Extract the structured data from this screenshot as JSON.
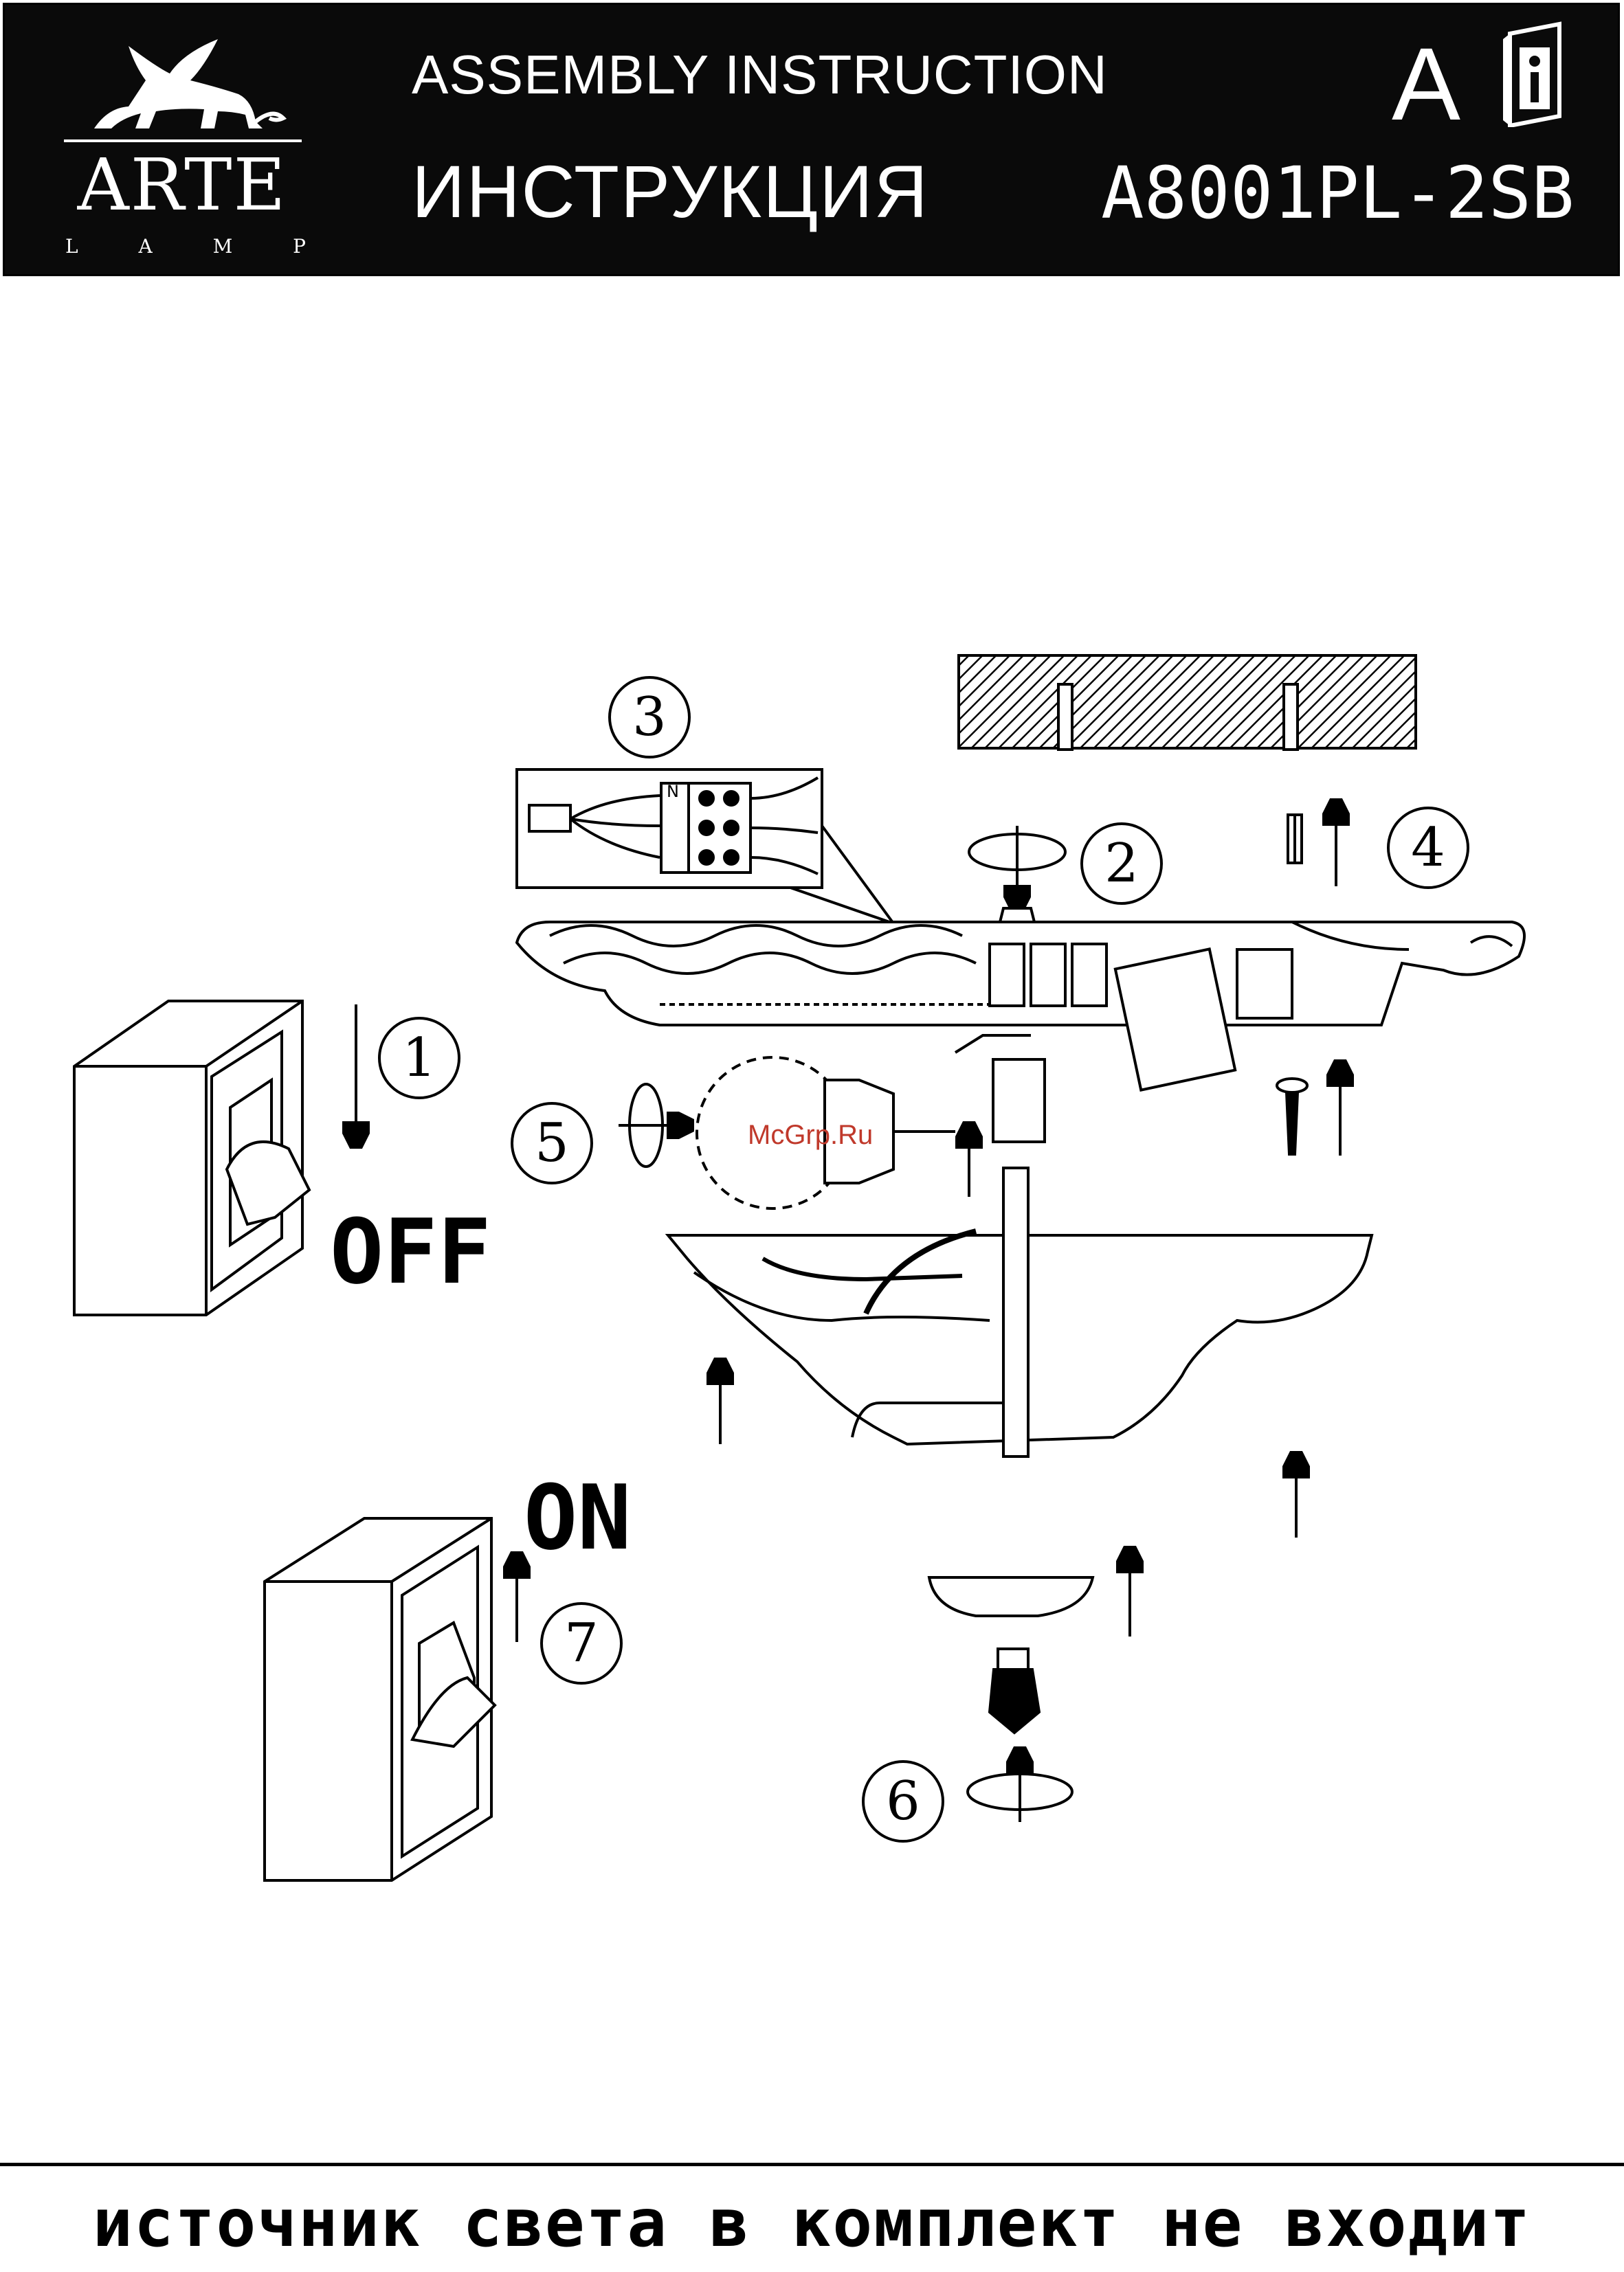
{
  "header": {
    "brand": "ARTE",
    "brand_sub": [
      "L",
      "A",
      "M",
      "P"
    ],
    "title_en": "ASSEMBLY INSTRUCTION",
    "title_ru": "ИНСТРУКЦИЯ",
    "lang_letter": "A",
    "info_icon": "info-book-icon",
    "model": "A8001PL-2SB"
  },
  "diagram": {
    "steps": [
      "1",
      "2",
      "3",
      "4",
      "5",
      "6",
      "7"
    ],
    "switch_off_label": "OFF",
    "switch_on_label": "ON",
    "terminal_label": "N",
    "watermark": "McGrp.Ru"
  },
  "footer": {
    "note": "источник света в комплект не входит"
  },
  "colors": {
    "header_bg": "#0a0a0a",
    "line": "#000000",
    "watermark": "#c0392b"
  }
}
